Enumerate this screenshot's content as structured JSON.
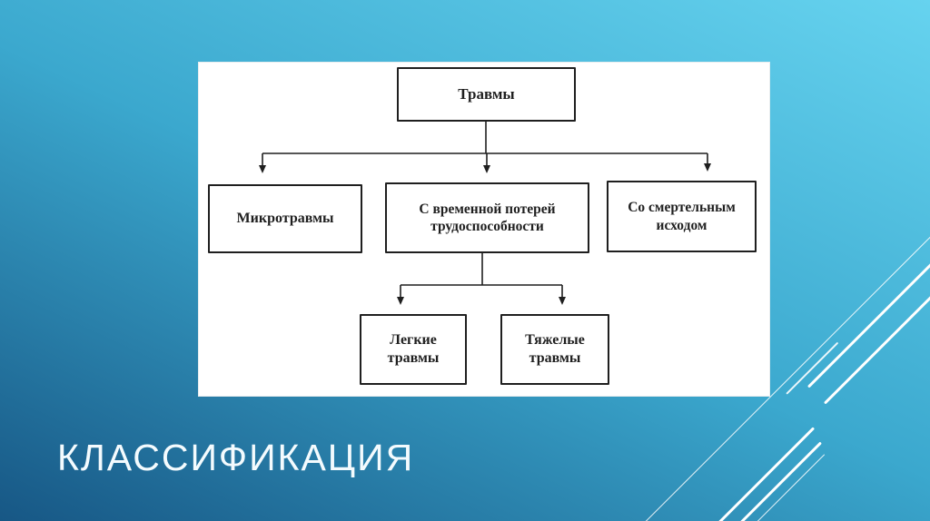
{
  "slide": {
    "title": "КЛАССИФИКАЦИЯ"
  },
  "diagram": {
    "nodes": {
      "root": {
        "label": "Травмы"
      },
      "micro": {
        "label": "Микротравмы"
      },
      "temporary": {
        "label": "С временной потерей трудоспособности"
      },
      "fatal": {
        "label": "Со смертельным исходом"
      },
      "light": {
        "label": "Легкие травмы"
      },
      "severe": {
        "label": "Тяжелые травмы"
      }
    }
  },
  "colors": {
    "background_top": "#66D3EF",
    "background_mid": "#3BA8CE",
    "background_bottom": "#175785",
    "panel": "#FFFFFF",
    "diagram_ink": "#1F1F1F",
    "title_text": "#F4FBFE",
    "accent_lines": "#FFFFFF"
  }
}
